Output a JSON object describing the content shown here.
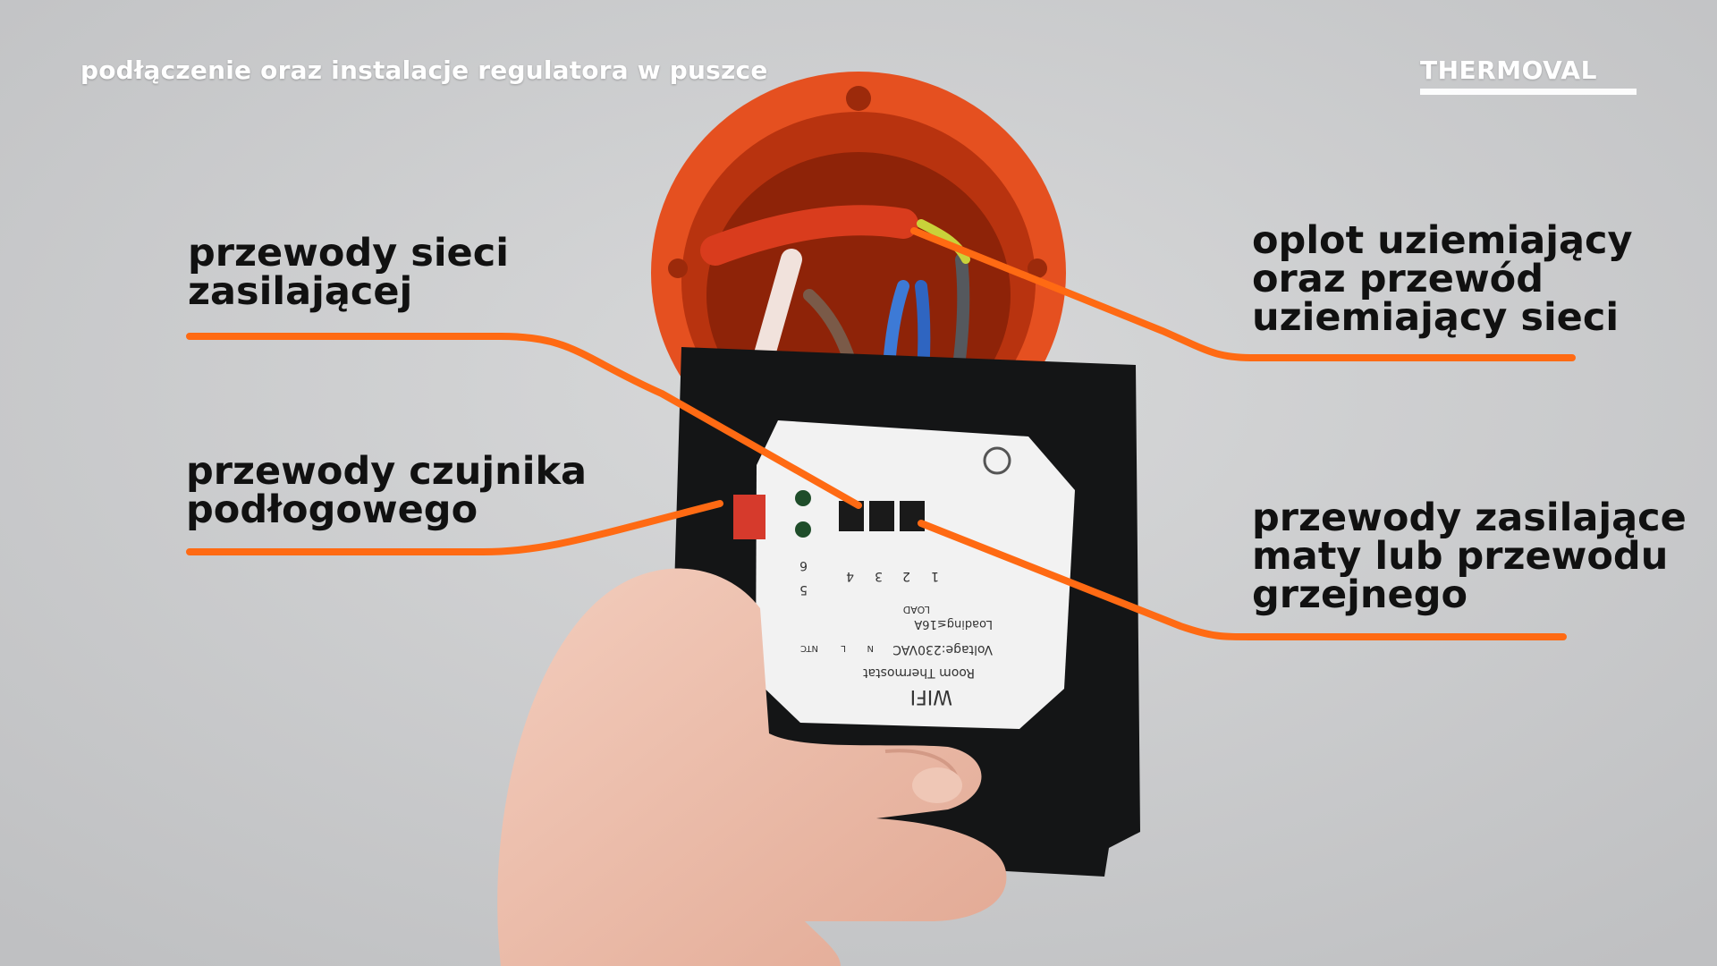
{
  "header": {
    "title": "podłączenie oraz instalacje regulatora w puszce"
  },
  "brand": {
    "logo_text": "THERMOVAL"
  },
  "annotations": {
    "power": {
      "line1": "przewody sieci",
      "line2": "zasilającej"
    },
    "sensor": {
      "line1": "przewody czujnika",
      "line2": "podłogowego"
    },
    "ground": {
      "line1": "oplot uziemiający",
      "line2": "oraz przewód",
      "line3": "uziemiający sieci"
    },
    "heating": {
      "line1": "przewody zasilające",
      "line2": "maty lub przewodu",
      "line3": "grzejnego"
    }
  },
  "device": {
    "label_wifi": "WIFI",
    "label_model": "Room Thermostat",
    "label_voltage": "Voltage:230VAC",
    "label_loading": "Loading≤16A",
    "label_load": "LOAD",
    "label_ntc": "NTC",
    "label_l": "L",
    "label_n": "N",
    "terminals": [
      "1",
      "2",
      "3",
      "4",
      "5",
      "6"
    ]
  },
  "colors": {
    "accent_line": "#ff6a13",
    "junction_box": "#e24a1a",
    "wall": "#cfd0d1"
  }
}
